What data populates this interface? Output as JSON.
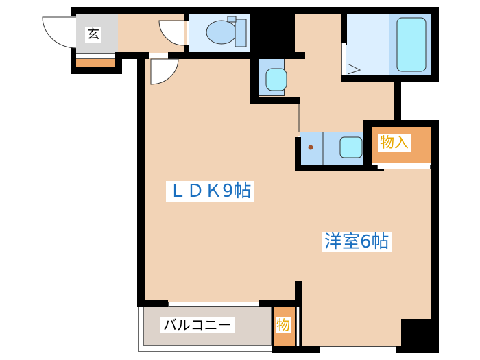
{
  "floor_plan": {
    "rooms": {
      "entrance": {
        "label": "玄",
        "color": "#d9d9d9"
      },
      "ldk": {
        "label": "ＬＤＫ9帖",
        "color": "#f2d3b6"
      },
      "western_room": {
        "label": "洋室6帖",
        "color": "#f2d3b6"
      },
      "storage_large": {
        "label": "物入",
        "color": "#f0a868"
      },
      "storage_small": {
        "label": "物",
        "color": "#f0a868"
      },
      "balcony": {
        "label": "バルコニー",
        "color": "#ddd3cb"
      },
      "toilet": {
        "label": "",
        "color": "#dcefff"
      },
      "bathroom": {
        "label": "",
        "color": "#dcefff"
      },
      "washbasin": {
        "label": "",
        "color": "#b9dcf8"
      },
      "kitchen": {
        "label": "",
        "color": "#b9dcf8"
      }
    },
    "colors": {
      "wall": "#000000",
      "floor": "#f2d3b6",
      "label_blue": "#1a6fbf",
      "label_orange": "#e8a800",
      "fixture_blue": "#a9f0fd"
    }
  }
}
